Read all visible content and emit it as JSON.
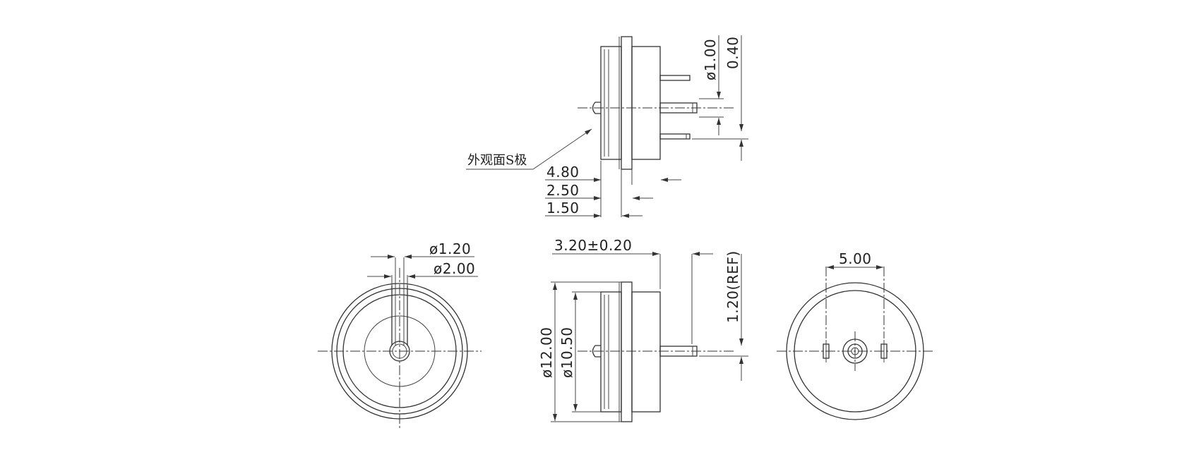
{
  "drawing": {
    "top_view": {
      "note": "外观面S极",
      "dims": {
        "d1": "4.80",
        "d2": "2.50",
        "d3": "1.50",
        "pin_dia": "ø1.00",
        "pin_gap": "0.40"
      }
    },
    "front_view": {
      "dims": {
        "inner": "ø1.20",
        "outer": "ø2.00"
      }
    },
    "side_view": {
      "dims": {
        "length": "3.20±0.20",
        "ref": "1.20(REF)",
        "dia_outer": "ø12.00",
        "dia_inner": "ø10.50"
      }
    },
    "back_view": {
      "dims": {
        "pin_spacing": "5.00"
      }
    }
  }
}
